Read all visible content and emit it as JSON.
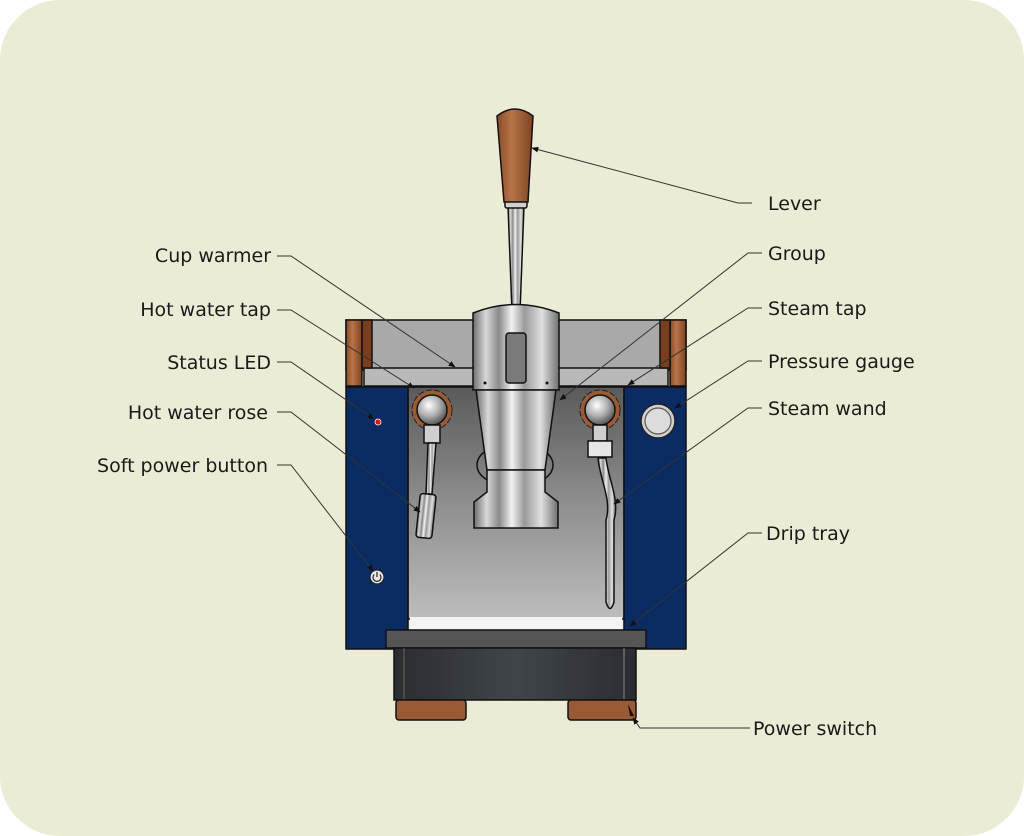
{
  "diagram": {
    "title": "Lever espresso machine front view",
    "labels": {
      "lever": "Lever",
      "group": "Group",
      "steam_tap": "Steam tap",
      "pressure_gauge": "Pressure gauge",
      "steam_wand": "Steam wand",
      "drip_tray": "Drip tray",
      "power_switch": "Power switch",
      "cup_warmer": "Cup warmer",
      "hot_water_tap": "Hot water tap",
      "status_led": "Status LED",
      "hot_water_rose": "Hot water rose",
      "soft_power_button": "Soft power button"
    },
    "colors": {
      "background": "#ebebd6",
      "body_panel": "#0b2b63",
      "wood": "#9a5a36",
      "wood_dark": "#7a3e1e",
      "steel": "#a8a8a8",
      "led": "#e01010"
    }
  }
}
